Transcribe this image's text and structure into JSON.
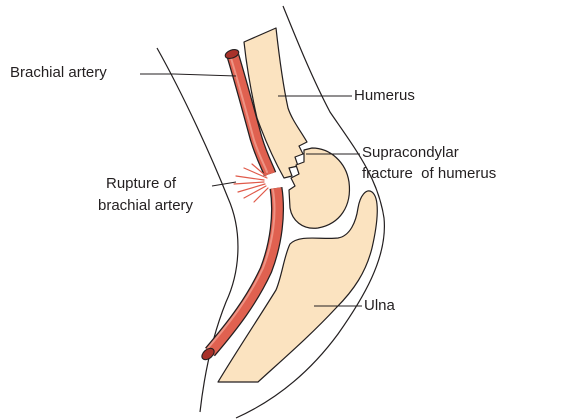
{
  "labels": {
    "brachial_artery": "Brachial artery",
    "humerus": "Humerus",
    "supracondylar_line1": "Supracondylar",
    "supracondylar_line2": "fracture  of humerus",
    "rupture_line1": "Rupture of",
    "rupture_line2": "brachial artery",
    "ulna": "Ulna"
  },
  "colors": {
    "bone": "#fbe3c0",
    "bone_outline": "#231f20",
    "artery_fill": "#e06150",
    "artery_shadow": "#a8322a",
    "artery_highlight": "#f4a89a",
    "rupture_rays": "#e05a4a",
    "skin_outline": "#231f20",
    "label_text": "#231f20"
  }
}
